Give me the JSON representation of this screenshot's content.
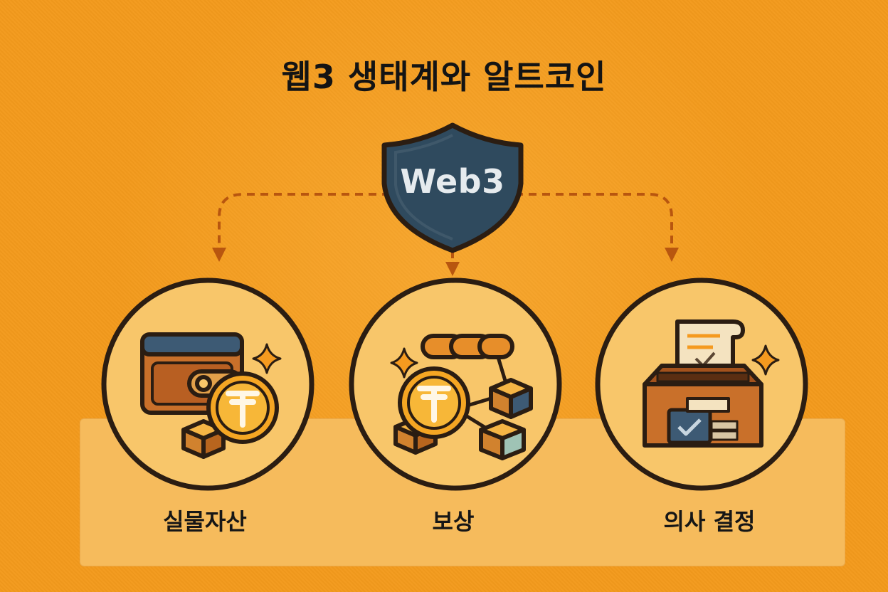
{
  "title": "웹3 생태계와 알트코인",
  "center": {
    "label": "Web3"
  },
  "nodes": [
    {
      "label": "실물자산",
      "icon": "wallet-coin-icon"
    },
    {
      "label": "보상",
      "icon": "chain-coin-blocks-icon"
    },
    {
      "label": "의사 결정",
      "icon": "ballot-box-icon"
    }
  ],
  "colors": {
    "background": "#f39a1c",
    "panel": "#f6bb5c",
    "circle_fill": "#f8c66a",
    "outline": "#2b1d12",
    "shield": "#2f4a5e",
    "arrow": "#b8560f",
    "coin": "#f5a623"
  }
}
